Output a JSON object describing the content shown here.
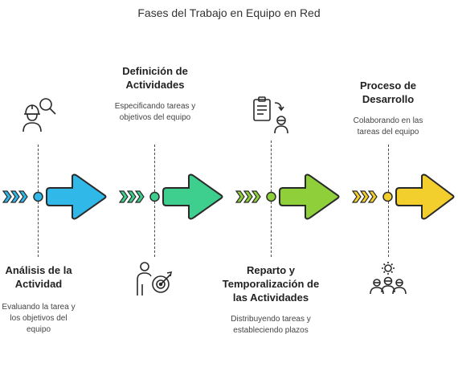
{
  "title": "Fases del Trabajo en Equipo en Red",
  "phases": [
    {
      "heading": "Análisis de la Actividad",
      "description": "Evaluando la tarea y los objetivos del equipo",
      "icon": "worker-search-icon",
      "color": "#2fb8e8"
    },
    {
      "heading": "Definición de Actividades",
      "description": "Especificando tareas y objetivos del equipo",
      "icon": "person-target-icon",
      "color": "#3ecf8e"
    },
    {
      "heading": "Reparto y Temporalización de las Actividades",
      "description": "Distribuyendo tareas y estableciendo plazos",
      "icon": "clipboard-person-icon",
      "color": "#8fcf3a"
    },
    {
      "heading": "Proceso de Desarrollo",
      "description": "Colaborando en las tareas del equipo",
      "icon": "team-gear-icon",
      "color": "#f2cf2c"
    }
  ]
}
